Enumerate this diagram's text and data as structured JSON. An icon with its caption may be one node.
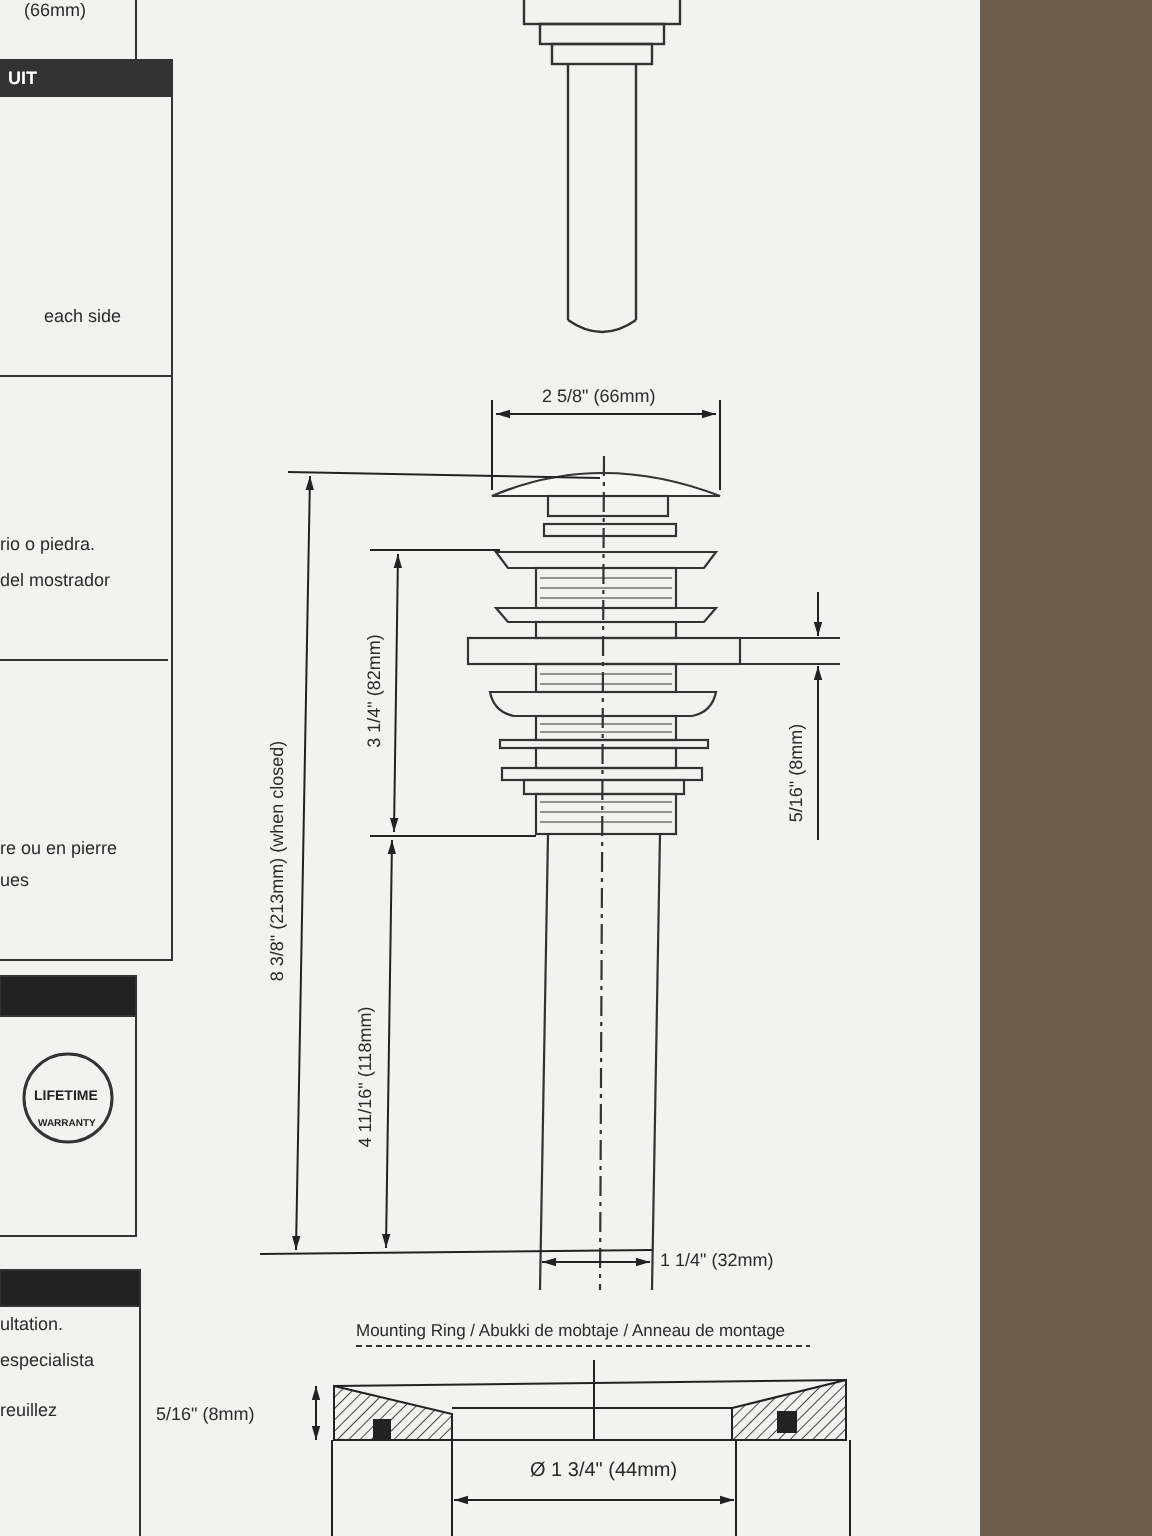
{
  "diagram": {
    "labels": [
      "(66mm)",
      "UIT",
      "each side",
      "rio o piedra.",
      "del mostrador",
      "re ou en pierre",
      "ues",
      "LIFETIME",
      "WARRANTY",
      "ultation.",
      "especialista",
      "reuillez",
      "2 5/8\" (66mm)",
      "8 3/8\" (213mm) (when closed)",
      "3 1/4\" (82mm)",
      "5/16\" (8mm)",
      "4 11/16\" (118mm)",
      "1 1/4\" (32mm)",
      "Mounting Ring / Abukki de mobtaje / Anneau de montage",
      "5/16\" (8mm)",
      "Ø 1 3/4\" (44mm)"
    ]
  }
}
